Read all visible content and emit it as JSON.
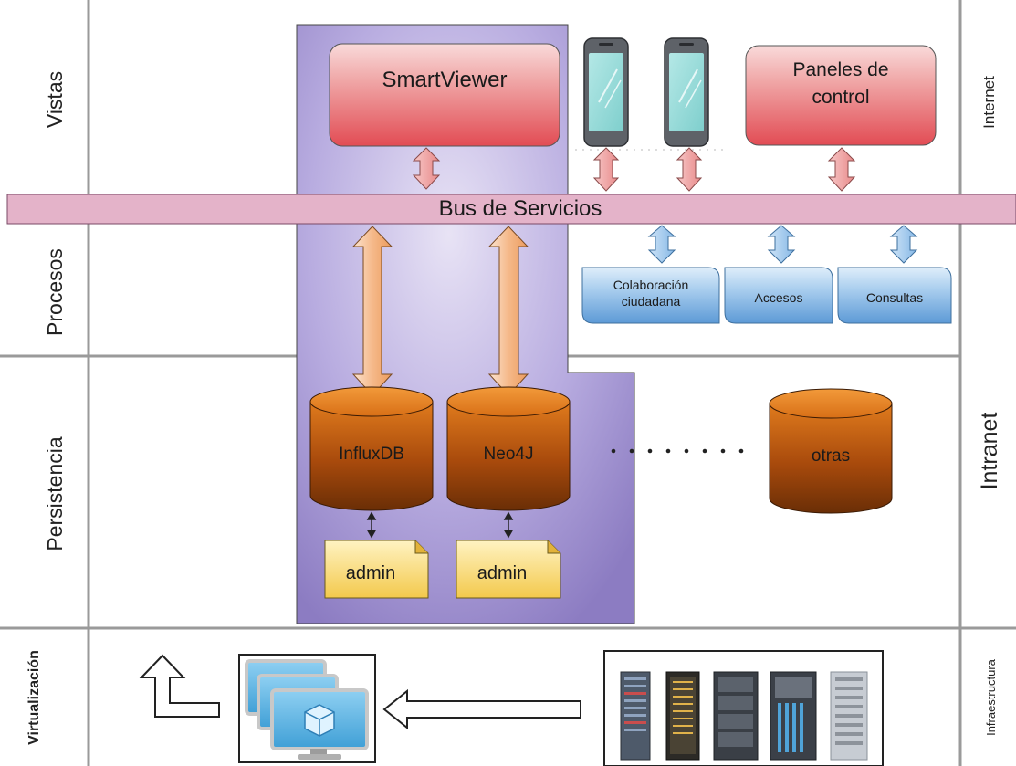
{
  "layers": {
    "vistas": "Vistas",
    "procesos": "Procesos",
    "persistencia": "Persistencia",
    "virtualizacion": "Virtualización"
  },
  "zones": {
    "internet": "Internet",
    "intranet": "Intranet",
    "infraestructura": "Infraestructura"
  },
  "views": {
    "smartviewer": "SmartViewer",
    "paneles_line1": "Paneles de",
    "paneles_line2": "control"
  },
  "bus": {
    "label": "Bus de Servicios"
  },
  "processes": {
    "colaboracion_line1": "Colaboración",
    "colaboracion_line2": "ciudadana",
    "accesos": "Accesos",
    "consultas": "Consultas"
  },
  "databases": {
    "influxdb": "InfluxDB",
    "neo4j": "Neo4J",
    "otras": "otras",
    "admin_influx": "admin",
    "admin_neo4j": "admin"
  },
  "icons": {
    "mobile": "mobile-phone-icon",
    "vm": "virtual-machines-icon",
    "servers": "server-rack-icon",
    "up": "bent-arrow-up-icon",
    "left": "hollow-arrow-left-icon"
  },
  "colors": {
    "purple_zone": "#9c8dcc",
    "bus": "#e4b3c9",
    "view_box": "#e0525a",
    "process_box": "#62a0d8",
    "db_top": "#e07a1c",
    "db_bottom": "#6a2f06",
    "admin_note": "#f5cf56",
    "grid_line": "#9a9a9a"
  }
}
